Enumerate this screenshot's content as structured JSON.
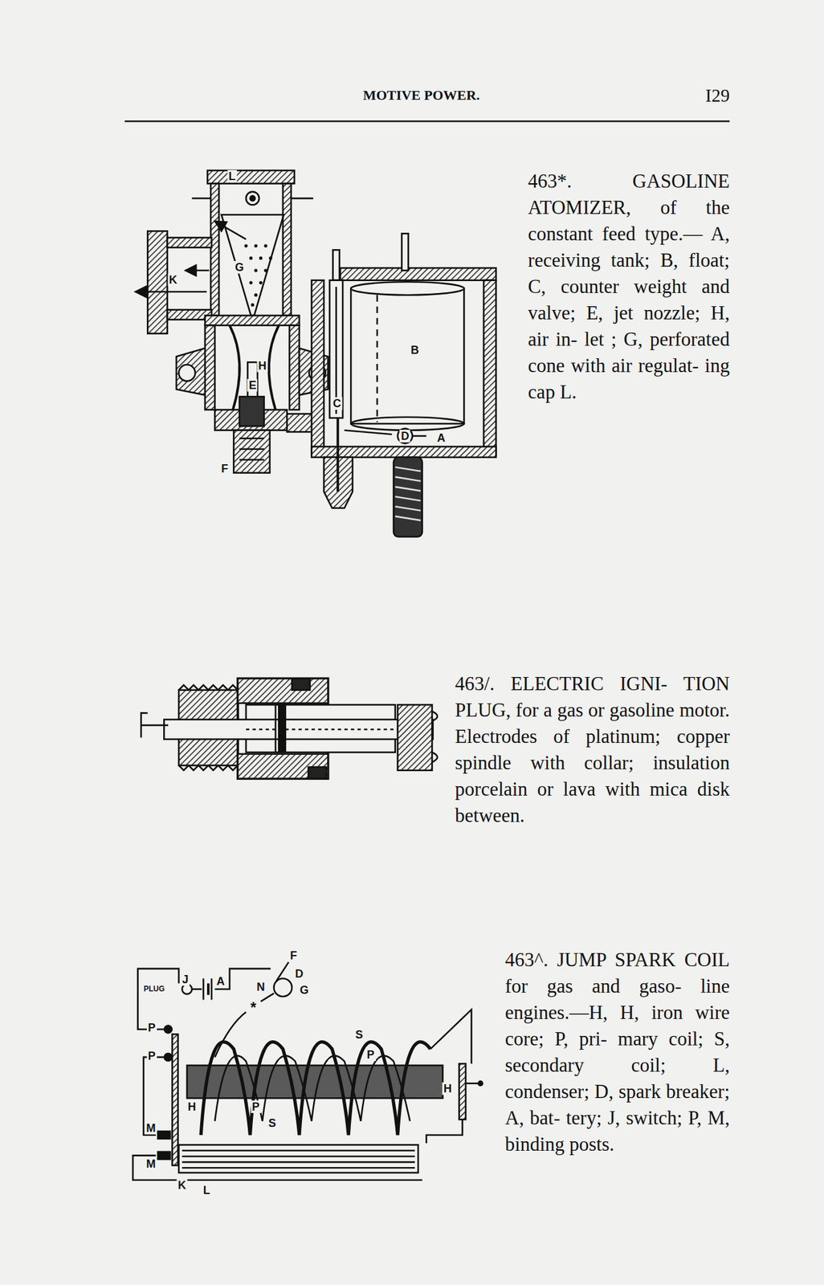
{
  "diagram": {
    "title": "MOTIVE POWER.",
    "labels": [
      "I29",
      "463*. GASOLINE ATOMIZER, of the constant feed type.— A, receiving tank; B, float; C, counter weight and valve; E, jet nozzle; H, air in- let ; G, perforated cone with air regulat- ing cap L.",
      "L",
      "G",
      "K",
      "H",
      "E",
      "B",
      "C",
      "D",
      "A",
      "F",
      "463/. ELECTRIC IGNI- TION PLUG, for a gas or gasoline motor. Electrodes of platinum; copper spindle with collar; insulation porcelain or lava with mica disk between.",
      "463^. JUMP SPARK COIL for gas and gaso- line engines.—H, H, iron wire core; P, pri- mary coil; S, secondary coil; L, condenser; D, spark breaker; A, bat- tery; J, switch; P, M, binding posts.",
      "PLUG",
      "J",
      "A",
      "F",
      "D",
      "N",
      "*",
      "G",
      "S",
      "P",
      "P",
      "P",
      "H",
      "P",
      "S",
      "H",
      "M",
      "M",
      "K",
      "L"
    ]
  }
}
